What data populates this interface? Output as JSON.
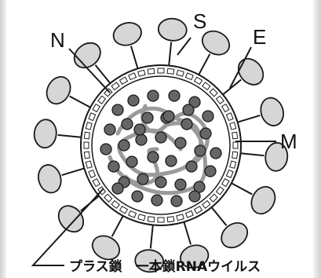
{
  "labels": {
    "S": "S",
    "E": "E",
    "N": "N",
    "M": "M"
  },
  "caption": "プラス鎖　一本鎖RNAウイルス",
  "colors": {
    "outline": "#1a1a1a",
    "spike_fill": "#d6d6d6",
    "capsid_fill": "#ffffff",
    "nucleocapsid": "#666666",
    "rna": "#9a9a9a"
  }
}
